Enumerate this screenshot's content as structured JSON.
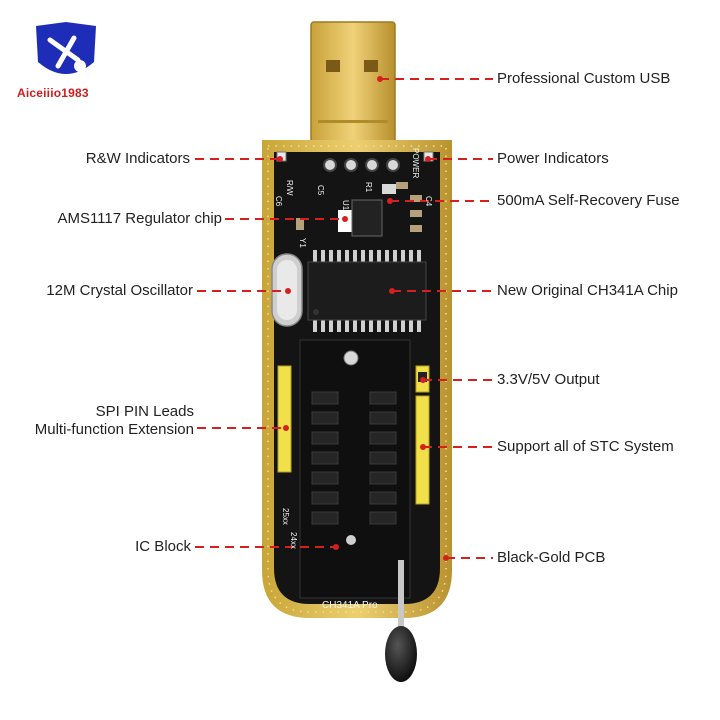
{
  "logo": {
    "brand": "Aiceiiio1983"
  },
  "product": {
    "model_marking": "CH341A Pro",
    "socket_marking_left": "25xx",
    "socket_marking_right": "24xx",
    "silkscreen": {
      "rw": "R/W",
      "power": "POWER",
      "c6": "C6",
      "c5": "C5",
      "r1": "R1",
      "u1": "U1",
      "y1": "Y1",
      "c4": "C4"
    }
  },
  "labels": {
    "usb": "Professional Custom USB",
    "rw": "R&W Indicators",
    "power": "Power Indicators",
    "fuse": "500mA Self-Recovery Fuse",
    "regulator": "AMS1117 Regulator chip",
    "crystal": "12M Crystal Oscillator",
    "chip": "New Original CH341A Chip",
    "output": "3.3V/5V Output",
    "spi_line1": "SPI PIN Leads",
    "spi_line2": "Multi-function Extension",
    "stc": "Support all of STC System",
    "ic_block": "IC Block",
    "pcb": "Black-Gold PCB"
  },
  "colors": {
    "leader": "#d62020",
    "pcb_gold": "#d7b94a",
    "pcb_black": "#141414",
    "usb_gold": "#e3c15a",
    "header_yellow": "#f2e04a",
    "logo_blue": "#1d2db8",
    "logo_red": "#d01c1c"
  }
}
